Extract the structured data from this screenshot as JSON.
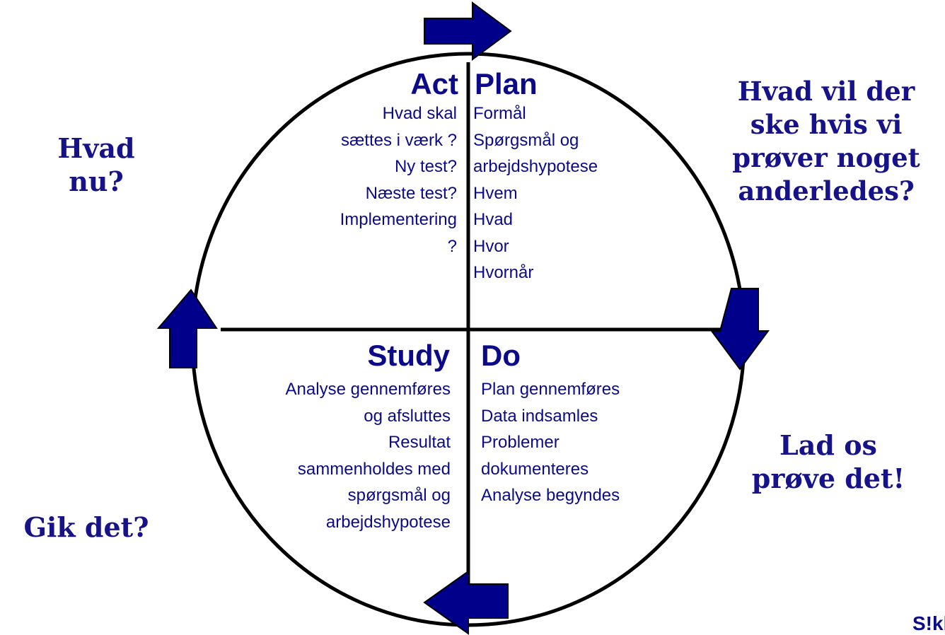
{
  "colors": {
    "ink": "#0b0b8a",
    "accent_blue": "#00008b",
    "circle": "#000000"
  },
  "quadrants": {
    "act": {
      "title": "Act",
      "lines": [
        "Hvad skal",
        "sættes i værk ?",
        "Ny test?",
        "Næste test?",
        "Implementering",
        "?"
      ]
    },
    "plan": {
      "title": "Plan",
      "lines": [
        "Formål",
        "Spørgsmål og",
        "arbejdshypotese",
        "Hvem",
        "Hvad",
        "Hvor",
        "Hvornår"
      ]
    },
    "study": {
      "title": "Study",
      "lines": [
        "Analyse gennemføres",
        "og afsluttes",
        "Resultat",
        "sammenholdes med",
        "spørgsmål og",
        "arbejdshypotese"
      ]
    },
    "do": {
      "title": "Do",
      "lines": [
        "Plan gennemføres",
        "Data indsamles",
        "Problemer",
        "dokumenteres",
        "Analyse begyndes"
      ]
    }
  },
  "side_questions": {
    "hvad_nu": [
      "Hvad",
      "nu?"
    ],
    "hvad_vil": [
      "Hvad vil der",
      "ske hvis vi",
      "prøver noget",
      "anderledes?"
    ],
    "lad_os": [
      "Lad os",
      "prøve det!"
    ],
    "gik_det": [
      "Gik det?"
    ]
  },
  "logo_text": "S!kke",
  "arrow_icons": [
    "arrow-right-icon",
    "arrow-down-icon",
    "arrow-left-icon",
    "arrow-up-icon"
  ]
}
